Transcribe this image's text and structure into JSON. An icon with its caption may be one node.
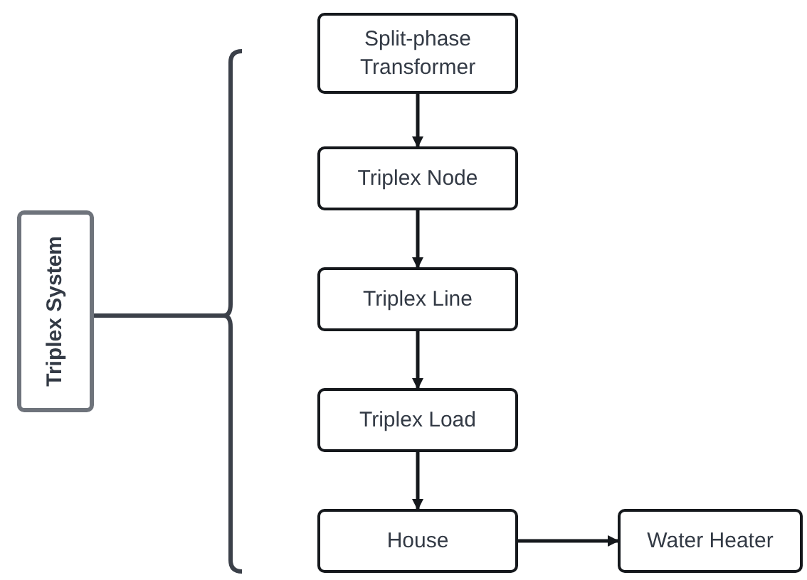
{
  "diagram": {
    "nodes": [
      {
        "text": [
          "Triplex System"
        ]
      },
      {
        "text": [
          "Split-phase Transformer"
        ]
      },
      {
        "text": [
          "Triplex Node"
        ]
      },
      {
        "text": [
          "Triplex Line"
        ]
      },
      {
        "text": [
          "Triplex Load"
        ]
      },
      {
        "text": [
          "House"
        ]
      },
      {
        "text": [
          "Water Heater"
        ]
      }
    ],
    "edges": [
      {
        "from": 1,
        "to": 2,
        "arrow": "to"
      },
      {
        "from": 2,
        "to": 3,
        "arrow": "to"
      },
      {
        "from": 3,
        "to": 4,
        "arrow": "to"
      },
      {
        "from": 4,
        "to": 5,
        "arrow": "to"
      },
      {
        "from": 5,
        "to": 6,
        "arrow": "to"
      }
    ]
  }
}
